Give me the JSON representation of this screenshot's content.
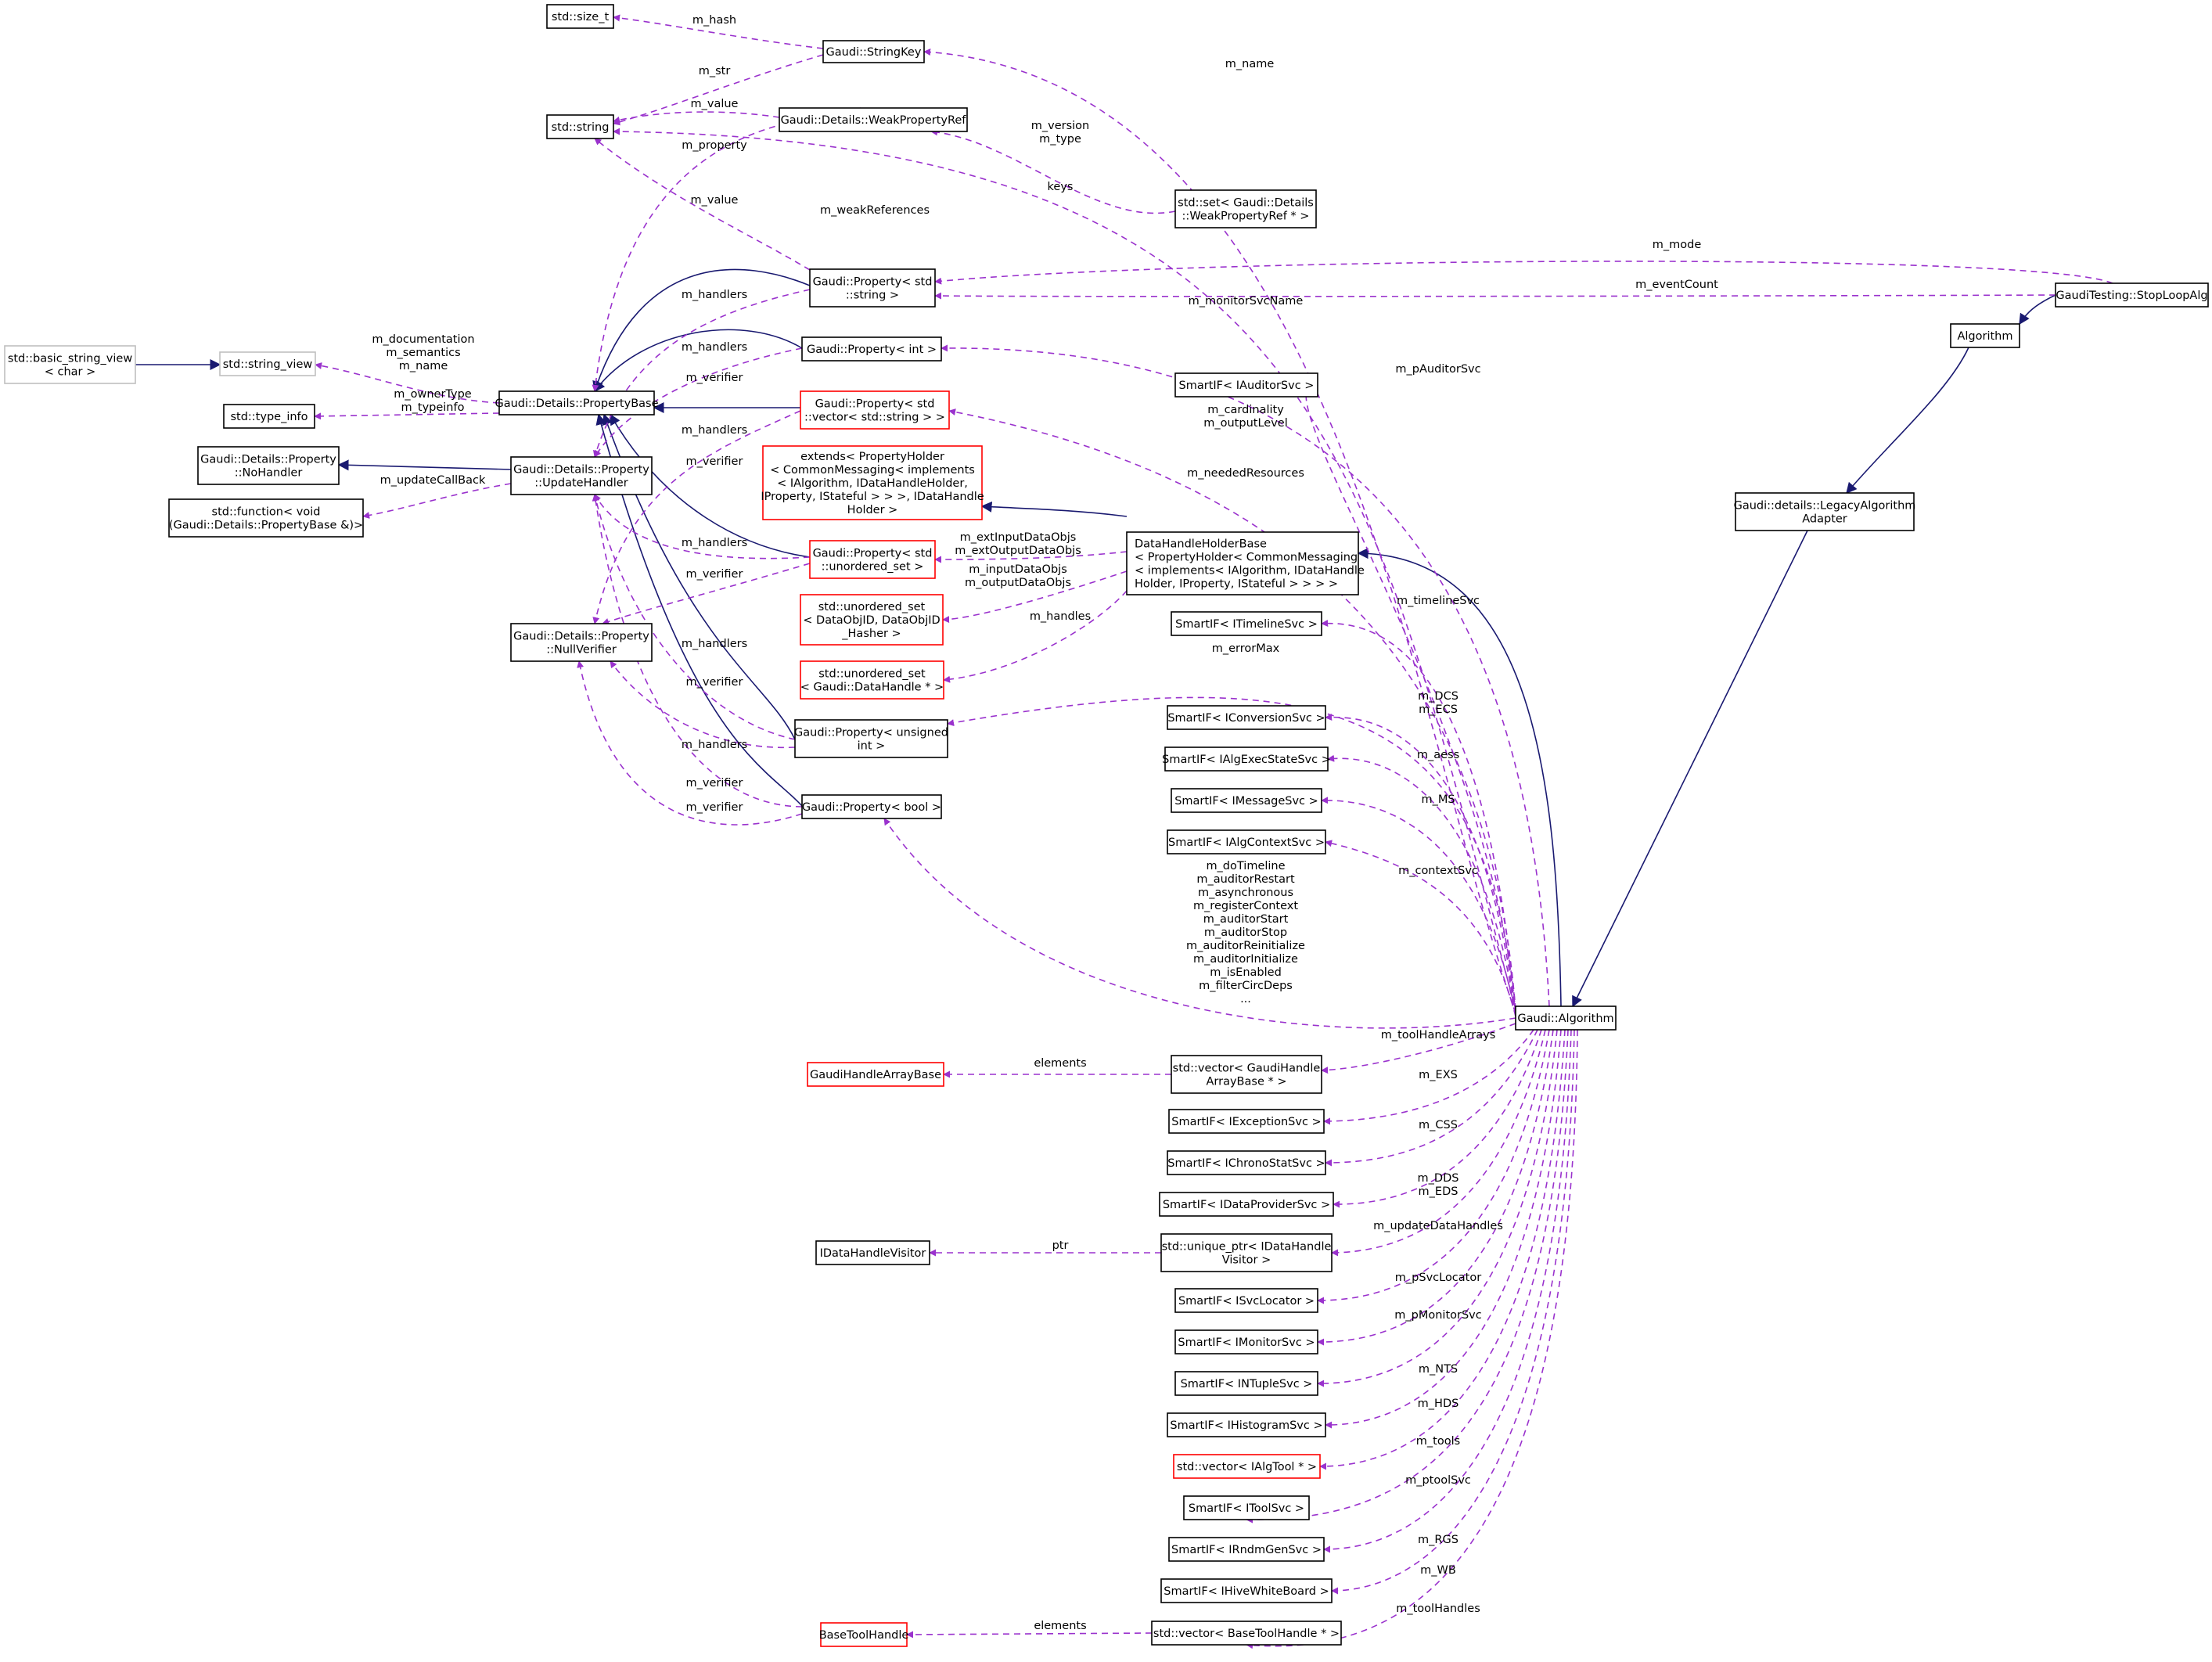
{
  "colors": {
    "uses_edge": "#9a32cd",
    "inherit_edge": "#191970",
    "node_border": "#000000",
    "truncated_border": "#ff0000",
    "external_border": "#bfbfbf",
    "focus_fill": "#bfbfbf"
  },
  "nodes": [
    {
      "id": "size_t",
      "lines": [
        "std::size_t"
      ],
      "style": "normal"
    },
    {
      "id": "stringkey",
      "lines": [
        "Gaudi::StringKey"
      ],
      "style": "normal"
    },
    {
      "id": "string",
      "lines": [
        "std::string"
      ],
      "style": "normal"
    },
    {
      "id": "weakref",
      "lines": [
        "Gaudi::Details::WeakPropertyRef"
      ],
      "style": "normal"
    },
    {
      "id": "set_weak",
      "lines": [
        "std::set< Gaudi::Details",
        "::WeakPropertyRef * >"
      ],
      "style": "normal"
    },
    {
      "id": "prop_string",
      "lines": [
        "Gaudi::Property< std",
        "::string >"
      ],
      "style": "normal"
    },
    {
      "id": "prop_int",
      "lines": [
        "Gaudi::Property< int >"
      ],
      "style": "normal"
    },
    {
      "id": "basic_sv",
      "lines": [
        "std::basic_string_view",
        "< char >"
      ],
      "style": "external"
    },
    {
      "id": "string_view",
      "lines": [
        "std::string_view"
      ],
      "style": "external"
    },
    {
      "id": "propbase",
      "lines": [
        "Gaudi::Details::PropertyBase"
      ],
      "style": "normal"
    },
    {
      "id": "type_info",
      "lines": [
        "std::type_info"
      ],
      "style": "normal"
    },
    {
      "id": "nohandler",
      "lines": [
        "Gaudi::Details::Property",
        "::NoHandler"
      ],
      "style": "normal"
    },
    {
      "id": "updatehandler",
      "lines": [
        "Gaudi::Details::Property",
        "::UpdateHandler"
      ],
      "style": "normal"
    },
    {
      "id": "function",
      "lines": [
        "std::function< void",
        "(Gaudi::Details::PropertyBase &)>"
      ],
      "style": "normal"
    },
    {
      "id": "nullverifier",
      "lines": [
        "Gaudi::Details::Property",
        "::NullVerifier"
      ],
      "style": "normal"
    },
    {
      "id": "prop_vec",
      "lines": [
        "Gaudi::Property< std",
        "::vector< std::string > >"
      ],
      "style": "truncated"
    },
    {
      "id": "extends",
      "lines": [
        "extends< PropertyHolder",
        "< CommonMessaging< implements",
        "< IAlgorithm, IDataHandleHolder,",
        "IProperty, IStateful > > >, IDataHandle",
        "Holder >"
      ],
      "style": "truncated"
    },
    {
      "id": "prop_uset",
      "lines": [
        "Gaudi::Property< std",
        "::unordered_set >"
      ],
      "style": "truncated"
    },
    {
      "id": "uset_dataobj",
      "lines": [
        "std::unordered_set",
        "< DataObjID, DataObjID",
        "_Hasher >"
      ],
      "style": "truncated"
    },
    {
      "id": "uset_datahandle",
      "lines": [
        "std::unordered_set",
        "< Gaudi::DataHandle * >"
      ],
      "style": "truncated"
    },
    {
      "id": "prop_unsigned",
      "lines": [
        "Gaudi::Property< unsigned",
        "int >"
      ],
      "style": "normal"
    },
    {
      "id": "prop_bool",
      "lines": [
        "Gaudi::Property< bool >"
      ],
      "style": "normal"
    },
    {
      "id": "datahandleholder",
      "lines": [
        "DataHandleHolderBase",
        "< PropertyHolder< CommonMessaging",
        "< implements< IAlgorithm, IDataHandle",
        "Holder, IProperty, IStateful > > > >"
      ],
      "style": "normal",
      "align": "left"
    },
    {
      "id": "auditorsvc",
      "lines": [
        "SmartIF< IAuditorSvc >"
      ],
      "style": "normal"
    },
    {
      "id": "timelinesvc",
      "lines": [
        "SmartIF< ITimelineSvc >"
      ],
      "style": "normal"
    },
    {
      "id": "conversionsvc",
      "lines": [
        "SmartIF< IConversionSvc >"
      ],
      "style": "normal"
    },
    {
      "id": "algexecstate",
      "lines": [
        "SmartIF< IAlgExecStateSvc >"
      ],
      "style": "normal"
    },
    {
      "id": "messagesvc",
      "lines": [
        "SmartIF< IMessageSvc >"
      ],
      "style": "normal"
    },
    {
      "id": "algcontext",
      "lines": [
        "SmartIF< IAlgContextSvc >"
      ],
      "style": "normal"
    },
    {
      "id": "handlearraybase",
      "lines": [
        "GaudiHandleArrayBase"
      ],
      "style": "truncated"
    },
    {
      "id": "vec_handlearray",
      "lines": [
        "std::vector< GaudiHandle",
        "ArrayBase * >"
      ],
      "style": "normal"
    },
    {
      "id": "exceptionsvc",
      "lines": [
        "SmartIF< IExceptionSvc >"
      ],
      "style": "normal"
    },
    {
      "id": "chronostat",
      "lines": [
        "SmartIF< IChronoStatSvc >"
      ],
      "style": "normal"
    },
    {
      "id": "dataprovider",
      "lines": [
        "SmartIF< IDataProviderSvc >"
      ],
      "style": "normal"
    },
    {
      "id": "datahandlevisitor",
      "lines": [
        "IDataHandleVisitor"
      ],
      "style": "normal"
    },
    {
      "id": "uniqueptr",
      "lines": [
        "std::unique_ptr< IDataHandle",
        "Visitor >"
      ],
      "style": "normal"
    },
    {
      "id": "svclocator",
      "lines": [
        "SmartIF< ISvcLocator >"
      ],
      "style": "normal"
    },
    {
      "id": "monitorsvc",
      "lines": [
        "SmartIF< IMonitorSvc >"
      ],
      "style": "normal"
    },
    {
      "id": "ntuplesvc",
      "lines": [
        "SmartIF< INTupleSvc >"
      ],
      "style": "normal"
    },
    {
      "id": "histogramsvc",
      "lines": [
        "SmartIF< IHistogramSvc >"
      ],
      "style": "normal"
    },
    {
      "id": "vec_algtool",
      "lines": [
        "std::vector< IAlgTool * >"
      ],
      "style": "truncated"
    },
    {
      "id": "toolsvc",
      "lines": [
        "SmartIF< IToolSvc >"
      ],
      "style": "normal"
    },
    {
      "id": "rndmgen",
      "lines": [
        "SmartIF< IRndmGenSvc >"
      ],
      "style": "normal"
    },
    {
      "id": "hivewb",
      "lines": [
        "SmartIF< IHiveWhiteBoard >"
      ],
      "style": "normal"
    },
    {
      "id": "basetoolhandle",
      "lines": [
        "BaseToolHandle"
      ],
      "style": "truncated"
    },
    {
      "id": "vec_basetool",
      "lines": [
        "std::vector< BaseToolHandle * >"
      ],
      "style": "normal"
    },
    {
      "id": "algorithm_iface",
      "lines": [
        "Algorithm"
      ],
      "style": "normal"
    },
    {
      "id": "legacy",
      "lines": [
        "Gaudi::details::LegacyAlgorithm",
        "Adapter"
      ],
      "style": "normal"
    },
    {
      "id": "gaudi_alg",
      "lines": [
        "Gaudi::Algorithm"
      ],
      "style": "normal"
    },
    {
      "id": "stoploop",
      "lines": [
        "GaudiTesting::StopLoopAlg"
      ],
      "style": "focus"
    }
  ],
  "edge_labels": [
    {
      "id": "lbl_hash",
      "lines": [
        "m_hash"
      ]
    },
    {
      "id": "lbl_str",
      "lines": [
        "m_str"
      ]
    },
    {
      "id": "lbl_value1",
      "lines": [
        "m_value"
      ]
    },
    {
      "id": "lbl_property",
      "lines": [
        "m_property"
      ]
    },
    {
      "id": "lbl_keys",
      "lines": [
        "keys"
      ]
    },
    {
      "id": "lbl_value2",
      "lines": [
        "m_value"
      ]
    },
    {
      "id": "lbl_weakrefs",
      "lines": [
        "m_weakReferences"
      ]
    },
    {
      "id": "lbl_name",
      "lines": [
        "m_name"
      ]
    },
    {
      "id": "lbl_version",
      "lines": [
        "m_version",
        "m_type"
      ]
    },
    {
      "id": "lbl_mode",
      "lines": [
        "m_mode"
      ]
    },
    {
      "id": "lbl_eventcount",
      "lines": [
        "m_eventCount"
      ]
    },
    {
      "id": "lbl_monitorsvcname",
      "lines": [
        "m_monitorSvcName"
      ]
    },
    {
      "id": "lbl_doc",
      "lines": [
        "m_documentation",
        "m_semantics",
        "m_name"
      ]
    },
    {
      "id": "lbl_ownertype",
      "lines": [
        "m_ownerType",
        "m_typeinfo"
      ]
    },
    {
      "id": "lbl_updatecb",
      "lines": [
        "m_updateCallBack"
      ]
    },
    {
      "id": "lbl_h1",
      "lines": [
        "m_handlers"
      ]
    },
    {
      "id": "lbl_h2",
      "lines": [
        "m_handlers"
      ]
    },
    {
      "id": "lbl_v1",
      "lines": [
        "m_verifier"
      ]
    },
    {
      "id": "lbl_h3",
      "lines": [
        "m_handlers"
      ]
    },
    {
      "id": "lbl_v2",
      "lines": [
        "m_verifier"
      ]
    },
    {
      "id": "lbl_h4",
      "lines": [
        "m_handlers"
      ]
    },
    {
      "id": "lbl_v3",
      "lines": [
        "m_verifier"
      ]
    },
    {
      "id": "lbl_h5",
      "lines": [
        "m_handlers"
      ]
    },
    {
      "id": "lbl_v4",
      "lines": [
        "m_verifier"
      ]
    },
    {
      "id": "lbl_h6",
      "lines": [
        "m_handlers"
      ]
    },
    {
      "id": "lbl_v5",
      "lines": [
        "m_verifier"
      ]
    },
    {
      "id": "lbl_v6",
      "lines": [
        "m_verifier"
      ]
    },
    {
      "id": "lbl_pauditor",
      "lines": [
        "m_pAuditorSvc"
      ]
    },
    {
      "id": "lbl_cardinality",
      "lines": [
        "m_cardinality",
        "m_outputLevel"
      ]
    },
    {
      "id": "lbl_needed",
      "lines": [
        "m_neededResources"
      ]
    },
    {
      "id": "lbl_extdata",
      "lines": [
        "m_extInputDataObjs",
        "m_extOutputDataObjs"
      ]
    },
    {
      "id": "lbl_inputdata",
      "lines": [
        "m_inputDataObjs",
        "m_outputDataObjs"
      ]
    },
    {
      "id": "lbl_handles",
      "lines": [
        "m_handles"
      ]
    },
    {
      "id": "lbl_timeline",
      "lines": [
        "m_timelineSvc"
      ]
    },
    {
      "id": "lbl_errormax",
      "lines": [
        "m_errorMax"
      ]
    },
    {
      "id": "lbl_dcs",
      "lines": [
        "m_DCS",
        "m_ECS"
      ]
    },
    {
      "id": "lbl_aess",
      "lines": [
        "m_aess"
      ]
    },
    {
      "id": "lbl_ms",
      "lines": [
        "m_MS"
      ]
    },
    {
      "id": "lbl_contextsvc",
      "lines": [
        "m_contextSvc"
      ]
    },
    {
      "id": "lbl_dotimeline",
      "lines": [
        "m_doTimeline",
        "m_auditorRestart",
        "m_asynchronous",
        "m_registerContext",
        "m_auditorStart",
        "m_auditorStop",
        "m_auditorReinitialize",
        "m_auditorInitialize",
        "m_isEnabled",
        "m_filterCircDeps",
        "..."
      ]
    },
    {
      "id": "lbl_toolhandlearrays",
      "lines": [
        "m_toolHandleArrays"
      ]
    },
    {
      "id": "lbl_elements1",
      "lines": [
        "elements"
      ]
    },
    {
      "id": "lbl_exs",
      "lines": [
        "m_EXS"
      ]
    },
    {
      "id": "lbl_css",
      "lines": [
        "m_CSS"
      ]
    },
    {
      "id": "lbl_dds",
      "lines": [
        "m_DDS",
        "m_EDS"
      ]
    },
    {
      "id": "lbl_updatedatahandles",
      "lines": [
        "m_updateDataHandles"
      ]
    },
    {
      "id": "lbl_ptr",
      "lines": [
        "ptr"
      ]
    },
    {
      "id": "lbl_psvclocator",
      "lines": [
        "m_pSvcLocator"
      ]
    },
    {
      "id": "lbl_pmonitorsvc",
      "lines": [
        "m_pMonitorSvc"
      ]
    },
    {
      "id": "lbl_nts",
      "lines": [
        "m_NTS"
      ]
    },
    {
      "id": "lbl_hds",
      "lines": [
        "m_HDS"
      ]
    },
    {
      "id": "lbl_tools",
      "lines": [
        "m_tools"
      ]
    },
    {
      "id": "lbl_ptoolsvc",
      "lines": [
        "m_ptoolSvc"
      ]
    },
    {
      "id": "lbl_rgs",
      "lines": [
        "m_RGS"
      ]
    },
    {
      "id": "lbl_wb",
      "lines": [
        "m_WB"
      ]
    },
    {
      "id": "lbl_toolhandles",
      "lines": [
        "m_toolHandles"
      ]
    },
    {
      "id": "lbl_elements2",
      "lines": [
        "elements"
      ]
    }
  ]
}
